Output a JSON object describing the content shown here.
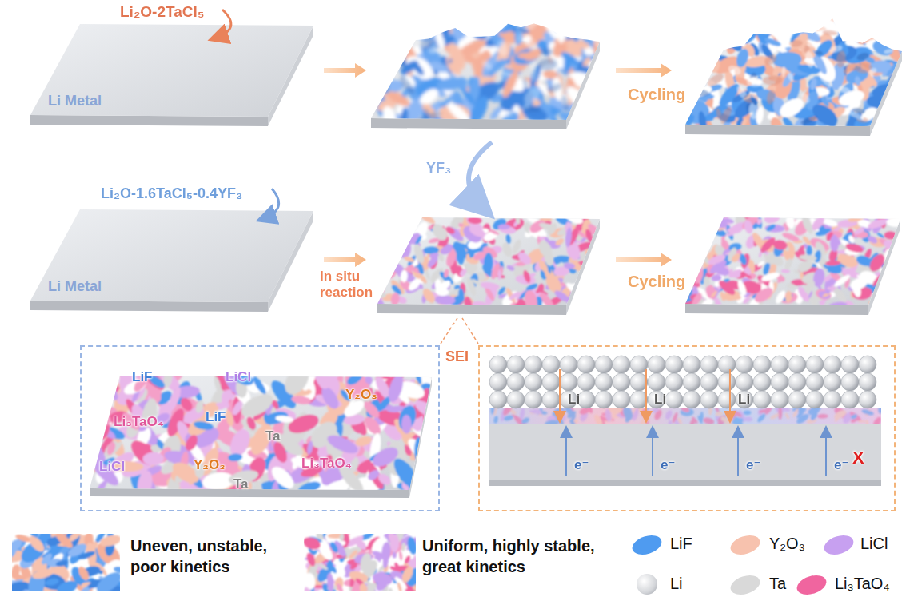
{
  "diagram": {
    "nodes": [
      {
        "text": [
          "LiF",
          "LiCl",
          "Y₂O₃",
          "LiF",
          "Li₃TaO₄",
          "Ta",
          "LiCl",
          "Y₂O₃",
          "Ta",
          "Li₃TaO₄"
        ]
      },
      {
        "text": [
          "Li",
          "Li",
          "Li",
          "e⁻",
          "e⁻",
          "e⁻",
          "e⁻",
          "X"
        ]
      }
    ],
    "labels": [
      "Li₂O-2TaCl₅",
      "Li Metal",
      "Cycling",
      "YF₃",
      "Li₂O-1.6TaCl₅-0.4YF₃",
      "Li Metal",
      "In situ reaction",
      "Cycling",
      "SEI"
    ],
    "legend": [
      {
        "text": "Uneven, unstable, poor kinetics"
      },
      {
        "text": "Uniform, highly stable, great kinetics"
      },
      {
        "text": "LiF",
        "color": "#4f9bf0"
      },
      {
        "text": "Y₂O₃",
        "color": "#f7c2ae"
      },
      {
        "text": "LiCl",
        "color": "#c7a0f0"
      },
      {
        "text": "Li"
      },
      {
        "text": "Ta",
        "color": "#d9d9d9"
      },
      {
        "text": "Li₃TaO₄",
        "color": "#f0659f"
      }
    ]
  }
}
